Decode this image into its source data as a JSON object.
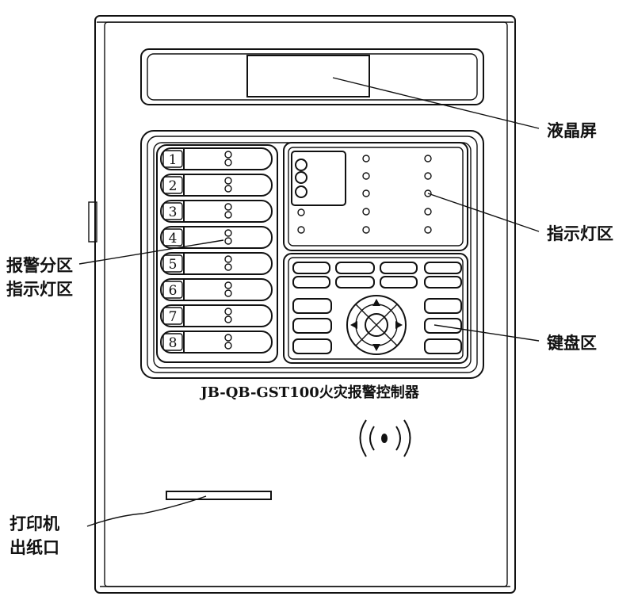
{
  "model_label": "JB-QB-GST100火灾报警控制器",
  "callouts": {
    "lcd": "液晶屏",
    "indicator": "指示灯区",
    "zone_indicator_line1": "报警分区",
    "zone_indicator_line2": "指示灯区",
    "keypad": "键盘区",
    "printer_line1": "打印机",
    "printer_line2": "出纸口"
  },
  "zone_numbers": [
    "1",
    "2",
    "3",
    "4",
    "5",
    "6",
    "7",
    "8"
  ],
  "icons": {
    "speaker": "speaker-icon",
    "nav_pad": "direction-pad-icon"
  }
}
